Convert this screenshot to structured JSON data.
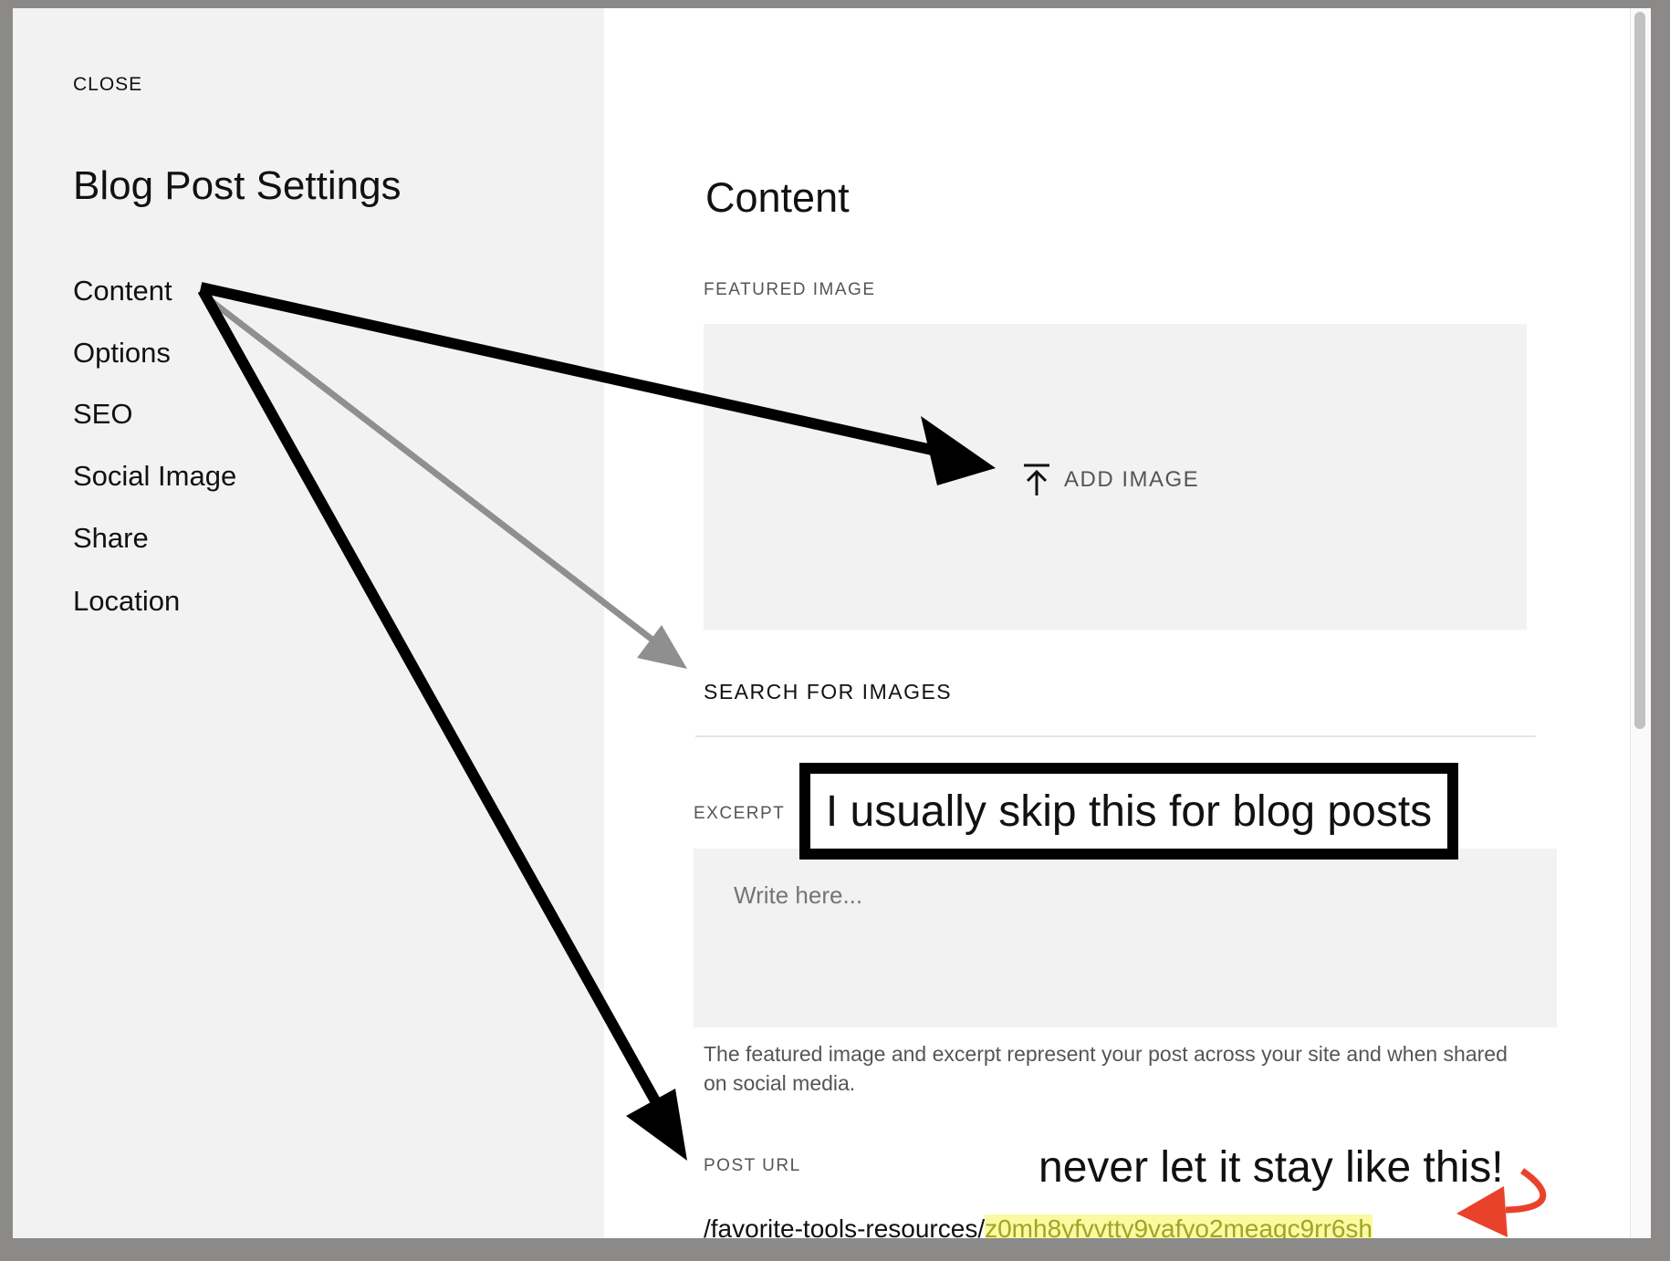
{
  "sidebar": {
    "close_label": "CLOSE",
    "title": "Blog Post Settings",
    "items": [
      {
        "label": "Content"
      },
      {
        "label": "Options"
      },
      {
        "label": "SEO"
      },
      {
        "label": "Social Image"
      },
      {
        "label": "Share"
      },
      {
        "label": "Location"
      }
    ]
  },
  "main": {
    "title": "Content",
    "featured_image_label": "FEATURED IMAGE",
    "add_image_label": "ADD IMAGE",
    "search_images_label": "SEARCH FOR IMAGES",
    "excerpt_label": "EXCERPT",
    "excerpt_placeholder": "Write here...",
    "help_text": "The featured image and excerpt represent your post across your site and when shared on social media.",
    "post_url_label": "POST URL",
    "post_url_prefix": "/favorite-tools-resources/",
    "post_url_slug": "z0mh8yfvvtty9vafyo2meagc9rr6sh"
  },
  "annotations": {
    "excerpt_note": "I usually skip this for blog posts",
    "url_note": "never let it stay like this!",
    "arrow_color": "#000000",
    "gray_arrow_color": "#8f8f8f",
    "red_arrow_color": "#e8432a"
  }
}
